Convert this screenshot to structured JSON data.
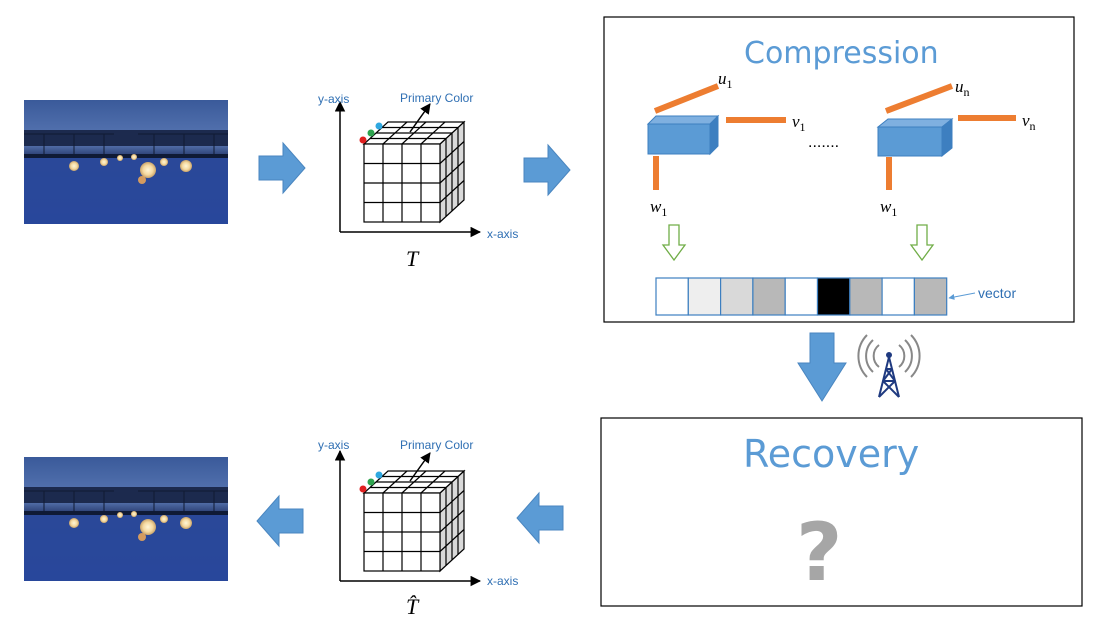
{
  "colors": {
    "arrow_blue": "#5b9bd5",
    "factor_orange": "#ed7d31",
    "core_blue": "#4a90d9",
    "title_blue": "#5b9bd5",
    "label_blue": "#2f6fb3",
    "qmark_gray": "#a6a6a6",
    "down_arrow_green": "#70ad47"
  },
  "top_pipeline": {
    "cube": {
      "y_axis_label": "y-axis",
      "x_axis_label": "x-axis",
      "primary_color_label": "Primary Color",
      "tensor_symbol": "T"
    }
  },
  "compression": {
    "title": "Compression",
    "first_factor": {
      "u": "u",
      "u_sub": "1",
      "v": "v",
      "v_sub": "1",
      "w": "w",
      "w_sub": "1"
    },
    "last_factor": {
      "u": "u",
      "u_sub": "n",
      "v": "v",
      "v_sub": "n",
      "w": "w",
      "w_sub": "1"
    },
    "ellipsis": ".......",
    "vector_label": "vector",
    "vector_cells": [
      "#ffffff",
      "#eeeeee",
      "#d9d9d9",
      "#b8b8b8",
      "#ffffff",
      "#000000",
      "#b8b8b8",
      "#ffffff",
      "#b8b8b8"
    ]
  },
  "recovery": {
    "title": "Recovery",
    "placeholder": "?"
  },
  "bottom_pipeline": {
    "cube": {
      "y_axis_label": "y-axis",
      "x_axis_label": "x-axis",
      "primary_color_label": "Primary Color",
      "tensor_symbol": "T̂"
    }
  },
  "icons": {
    "photo": "landscape-photo-icon",
    "tower": "radio-tower-icon",
    "arrow": "block-arrow-icon"
  }
}
